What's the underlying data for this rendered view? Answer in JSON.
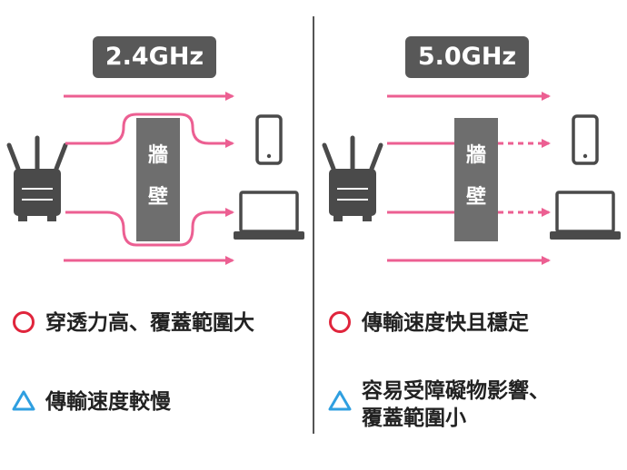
{
  "colors": {
    "pink": "#ec5f92",
    "wall": "#6e6e6e",
    "device": "#4a4a4a",
    "badge": "#585858",
    "good_mark": "#e0253c",
    "fair_mark": "#2f9fe0"
  },
  "left": {
    "band_label": "2.4GHz",
    "wall_chars": [
      "牆",
      "壁"
    ],
    "pros_mark": "circle",
    "pros_text": "穿透力高、覆蓋範圍大",
    "cons_mark": "triangle",
    "cons_text": "傳輸速度較慢"
  },
  "right": {
    "band_label": "5.0GHz",
    "wall_chars": [
      "牆",
      "壁"
    ],
    "pros_mark": "circle",
    "pros_text": "傳輸速度快且穩定",
    "cons_mark": "triangle",
    "cons_text": "容易受障礙物影響、\n覆蓋範圍小"
  },
  "icons": [
    "router-icon",
    "smartphone-icon",
    "laptop-icon"
  ]
}
